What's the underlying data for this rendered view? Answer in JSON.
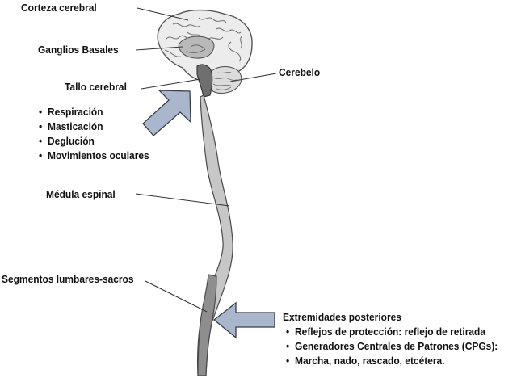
{
  "labels": {
    "corteza": "Corteza cerebral",
    "ganglios": "Ganglios Basales",
    "tallo": "Tallo cerebral",
    "cerebelo": "Cerebelo",
    "medula": "Médula espinal",
    "segmentos": "Segmentos lumbares-sacros",
    "extremidades": "Extremidades posteriores"
  },
  "tallo_functions": [
    "Respiración",
    "Masticación",
    "Deglución",
    "Movimientos oculares"
  ],
  "extremidades_functions": [
    "Reflejos de protección: reflejo de retirada",
    "Generadores Centrales de Patrones (CPGs):",
    "Marcha, nado, rascado, etcétera."
  ],
  "colors": {
    "arrow_fill": "#a9b6cc",
    "arrow_stroke": "#3a3f4a",
    "cord_fill": "#c7c7c7",
    "lumbar_fill": "#8e8e8e"
  }
}
